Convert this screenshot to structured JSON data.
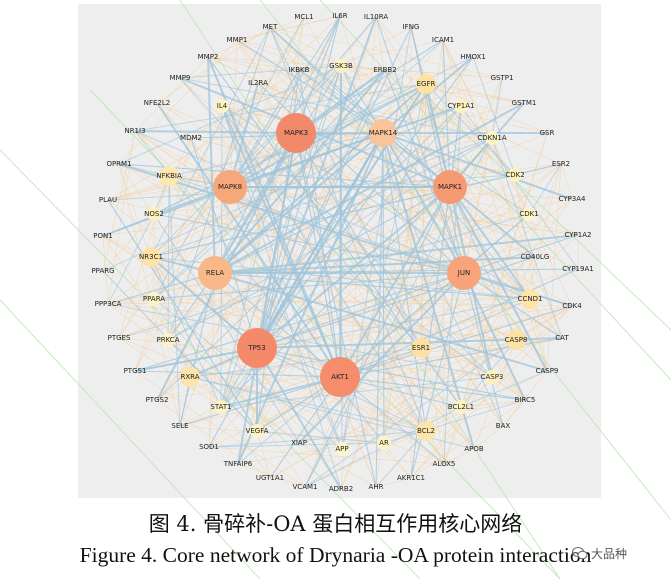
{
  "caption": {
    "chinese": "图 4. 骨碎补-OA 蛋白相互作用核心网络",
    "english": "Figure 4. Core network of Drynaria -OA protein interaction"
  },
  "watermark": {
    "text": "大品种"
  },
  "colors": {
    "panel_bg": "#eeeeee",
    "edge_blue": "#9fc4dc",
    "edge_orange": "#f6c88e",
    "hub_red": "#f2896a"
  },
  "nodes": [
    {
      "id": "MCL1",
      "label": "MCL1",
      "size": 0,
      "color": ""
    },
    {
      "id": "IL6R",
      "label": "IL6R",
      "size": 0,
      "color": ""
    },
    {
      "id": "IL10RA",
      "label": "IL10RA",
      "size": 0,
      "color": ""
    },
    {
      "id": "MET",
      "label": "MET",
      "size": 0,
      "color": ""
    },
    {
      "id": "IFNG",
      "label": "IFNG",
      "size": 0,
      "color": ""
    },
    {
      "id": "MMP1",
      "label": "MMP1",
      "size": 0,
      "color": ""
    },
    {
      "id": "ICAM1",
      "label": "ICAM1",
      "size": 0,
      "color": ""
    },
    {
      "id": "MMP2",
      "label": "MMP2",
      "size": 0,
      "color": ""
    },
    {
      "id": "IKBKB",
      "label": "IKBKB",
      "size": 0,
      "color": ""
    },
    {
      "id": "GSK3B",
      "label": "GSK3B",
      "size": 1,
      "color": "#fdf3c2"
    },
    {
      "id": "ERBB2",
      "label": "ERBB2",
      "size": 0,
      "color": ""
    },
    {
      "id": "HMOX1",
      "label": "HMOX1",
      "size": 0,
      "color": ""
    },
    {
      "id": "MMP9",
      "label": "MMP9",
      "size": 0,
      "color": ""
    },
    {
      "id": "IL2RA",
      "label": "IL2RA",
      "size": 0,
      "color": ""
    },
    {
      "id": "GSTP1",
      "label": "GSTP1",
      "size": 0,
      "color": ""
    },
    {
      "id": "EGFR",
      "label": "EGFR",
      "size": 2,
      "color": "#fde2a2"
    },
    {
      "id": "NFE2L2",
      "label": "NFE2L2",
      "size": 0,
      "color": ""
    },
    {
      "id": "IL4",
      "label": "IL4",
      "size": 1,
      "color": "#fdf5c4"
    },
    {
      "id": "CYP1A1",
      "label": "CYP1A1",
      "size": 1,
      "color": "#fdf3c2"
    },
    {
      "id": "GSTM1",
      "label": "GSTM1",
      "size": 0,
      "color": ""
    },
    {
      "id": "MAPK3",
      "label": "MAPK3",
      "size": 5,
      "color": "#f2896a"
    },
    {
      "id": "MAPK14",
      "label": "MAPK14",
      "size": 3,
      "color": "#f9c49a"
    },
    {
      "id": "NR1I3",
      "label": "NR1I3",
      "size": 0,
      "color": ""
    },
    {
      "id": "MDM2",
      "label": "MDM2",
      "size": 0,
      "color": ""
    },
    {
      "id": "CDKN1A",
      "label": "CDKN1A",
      "size": 1,
      "color": "#fdf5c8"
    },
    {
      "id": "GSR",
      "label": "GSR",
      "size": 0,
      "color": ""
    },
    {
      "id": "OPRM1",
      "label": "OPRM1",
      "size": 0,
      "color": ""
    },
    {
      "id": "NFKBIA",
      "label": "NFKBIA",
      "size": 2,
      "color": "#fde8b0"
    },
    {
      "id": "ESR2",
      "label": "ESR2",
      "size": 0,
      "color": ""
    },
    {
      "id": "CDK2",
      "label": "CDK2",
      "size": 1,
      "color": "#fdf3c0"
    },
    {
      "id": "MAPK8",
      "label": "MAPK8",
      "size": 4,
      "color": "#f7a87a"
    },
    {
      "id": "MAPK1",
      "label": "MAPK1",
      "size": 4,
      "color": "#f59a72"
    },
    {
      "id": "PLAU",
      "label": "PLAU",
      "size": 0,
      "color": ""
    },
    {
      "id": "CYP3A4",
      "label": "CYP3A4",
      "size": 0,
      "color": ""
    },
    {
      "id": "NOS2",
      "label": "NOS2",
      "size": 1,
      "color": "#fdf1bc"
    },
    {
      "id": "CDK1",
      "label": "CDK1",
      "size": 1,
      "color": "#fdf5c8"
    },
    {
      "id": "PON1",
      "label": "PON1",
      "size": 0,
      "color": ""
    },
    {
      "id": "CYP1A2",
      "label": "CYP1A2",
      "size": 0,
      "color": ""
    },
    {
      "id": "NR3C1",
      "label": "NR3C1",
      "size": 2,
      "color": "#fde2a8"
    },
    {
      "id": "CD40LG",
      "label": "CD40LG",
      "size": 0,
      "color": ""
    },
    {
      "id": "RELA",
      "label": "RELA",
      "size": 4,
      "color": "#f9b88a"
    },
    {
      "id": "JUN",
      "label": "JUN",
      "size": 4,
      "color": "#f7a47a"
    },
    {
      "id": "PPARG",
      "label": "PPARG",
      "size": 0,
      "color": ""
    },
    {
      "id": "CYP19A1",
      "label": "CYP19A1",
      "size": 0,
      "color": ""
    },
    {
      "id": "PPARA",
      "label": "PPARA",
      "size": 1,
      "color": "#fdf3c2"
    },
    {
      "id": "CCND1",
      "label": "CCND1",
      "size": 2,
      "color": "#fde4a8"
    },
    {
      "id": "PPP3CA",
      "label": "PPP3CA",
      "size": 0,
      "color": ""
    },
    {
      "id": "CDK4",
      "label": "CDK4",
      "size": 0,
      "color": ""
    },
    {
      "id": "PRKCA",
      "label": "PRKCA",
      "size": 1,
      "color": "#fdf3c4"
    },
    {
      "id": "CAT",
      "label": "CAT",
      "size": 0,
      "color": ""
    },
    {
      "id": "PTGES",
      "label": "PTGES",
      "size": 0,
      "color": ""
    },
    {
      "id": "CASP8",
      "label": "CASP8",
      "size": 2,
      "color": "#fde2a4"
    },
    {
      "id": "TP53",
      "label": "TP53",
      "size": 5,
      "color": "#f48a6a"
    },
    {
      "id": "ESR1",
      "label": "ESR1",
      "size": 2,
      "color": "#fde0a4"
    },
    {
      "id": "PTGS1",
      "label": "PTGS1",
      "size": 0,
      "color": ""
    },
    {
      "id": "RXRA",
      "label": "RXRA",
      "size": 2,
      "color": "#fde4aa"
    },
    {
      "id": "AKT1",
      "label": "AKT1",
      "size": 5,
      "color": "#f58c6c"
    },
    {
      "id": "CASP3",
      "label": "CASP3",
      "size": 1,
      "color": "#fdf1be"
    },
    {
      "id": "CASP9",
      "label": "CASP9",
      "size": 0,
      "color": ""
    },
    {
      "id": "PTGS2",
      "label": "PTGS2",
      "size": 0,
      "color": ""
    },
    {
      "id": "BIRC5",
      "label": "BIRC5",
      "size": 0,
      "color": ""
    },
    {
      "id": "STAT1",
      "label": "STAT1",
      "size": 1,
      "color": "#fdf3c2"
    },
    {
      "id": "BCL2L1",
      "label": "BCL2L1",
      "size": 1,
      "color": "#fdf3c2"
    },
    {
      "id": "SELE",
      "label": "SELE",
      "size": 0,
      "color": ""
    },
    {
      "id": "BAX",
      "label": "BAX",
      "size": 0,
      "color": ""
    },
    {
      "id": "VEGFA",
      "label": "VEGFA",
      "size": 1,
      "color": "#fdf3c0"
    },
    {
      "id": "BCL2",
      "label": "BCL2",
      "size": 2,
      "color": "#fde4aa"
    },
    {
      "id": "XIAP",
      "label": "XIAP",
      "size": 0,
      "color": ""
    },
    {
      "id": "AR",
      "label": "AR",
      "size": 1,
      "color": "#fdf5c8"
    },
    {
      "id": "SOD1",
      "label": "SOD1",
      "size": 0,
      "color": ""
    },
    {
      "id": "APP",
      "label": "APP",
      "size": 1,
      "color": "#fdf5c8"
    },
    {
      "id": "APOB",
      "label": "APOB",
      "size": 0,
      "color": ""
    },
    {
      "id": "TNFAIP6",
      "label": "TNFAIP6",
      "size": 0,
      "color": ""
    },
    {
      "id": "ALOX5",
      "label": "ALOX5",
      "size": 0,
      "color": ""
    },
    {
      "id": "UGT1A1",
      "label": "UGT1A1",
      "size": 0,
      "color": ""
    },
    {
      "id": "AKR1C1",
      "label": "AKR1C1",
      "size": 0,
      "color": ""
    },
    {
      "id": "VCAM1",
      "label": "VCAM1",
      "size": 0,
      "color": ""
    },
    {
      "id": "ADRB2",
      "label": "ADRB2",
      "size": 0,
      "color": ""
    },
    {
      "id": "AHR",
      "label": "AHR",
      "size": 0,
      "color": ""
    }
  ]
}
